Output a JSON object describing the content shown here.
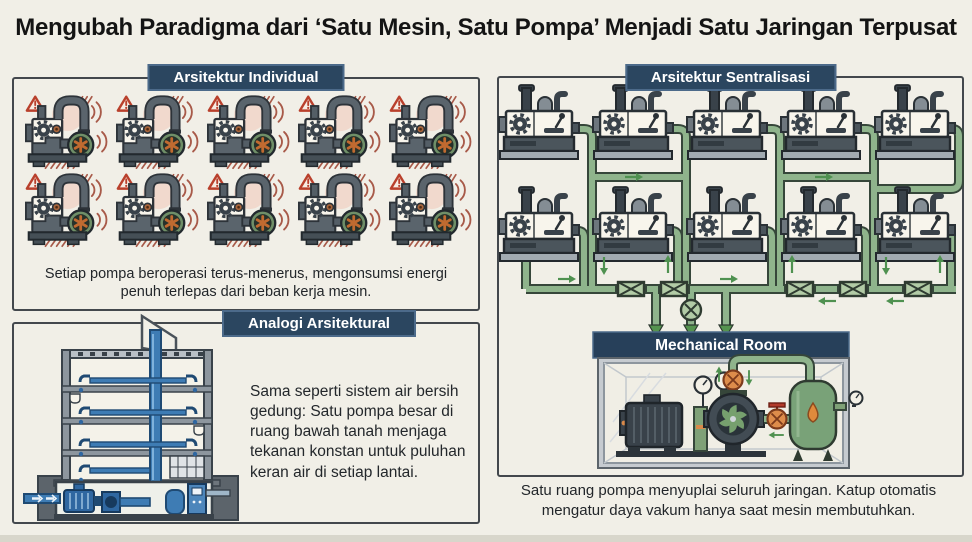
{
  "page": {
    "title": "Mengubah Paradigma dari ‘Satu Mesin, Satu Pompa’ Menjadi Satu Jaringan Terpusat",
    "background": "#f1efe7",
    "accent_navy": "#2b4660",
    "pipe_green": "#8fb48c",
    "alert_red": "#b9402c",
    "water_blue": "#3e7cb4"
  },
  "individual_panel": {
    "header": "Arsitektur Individual",
    "caption": "Setiap pompa beroperasi terus-menerus, mengonsumsi energi penuh terlepas dari beban kerja mesin.",
    "machine_rows": 2,
    "machines_per_row": 5,
    "machine_icon": "vacuum-pump-alarm-icon"
  },
  "analogy_panel": {
    "header": "Analogi Arsitektural",
    "body": "Sama seperti sistem air bersih gedung: Satu pompa besar di ruang bawah tanah menjaga tekanan konstan untuk puluhan keran air di setiap lantai.",
    "illustration": "building-water-system-icon"
  },
  "centralized_panel": {
    "header": "Arsitektur Sentralisasi",
    "machine_rows": 2,
    "machines_per_row": 5,
    "machine_icon": "cnc-machine-icon",
    "room_label": "Mechanical Room",
    "caption": "Satu ruang pompa menyuplai seluruh jaringan. Katup otomatis mengatur daya vakum hanya saat mesin membutuhkan."
  }
}
